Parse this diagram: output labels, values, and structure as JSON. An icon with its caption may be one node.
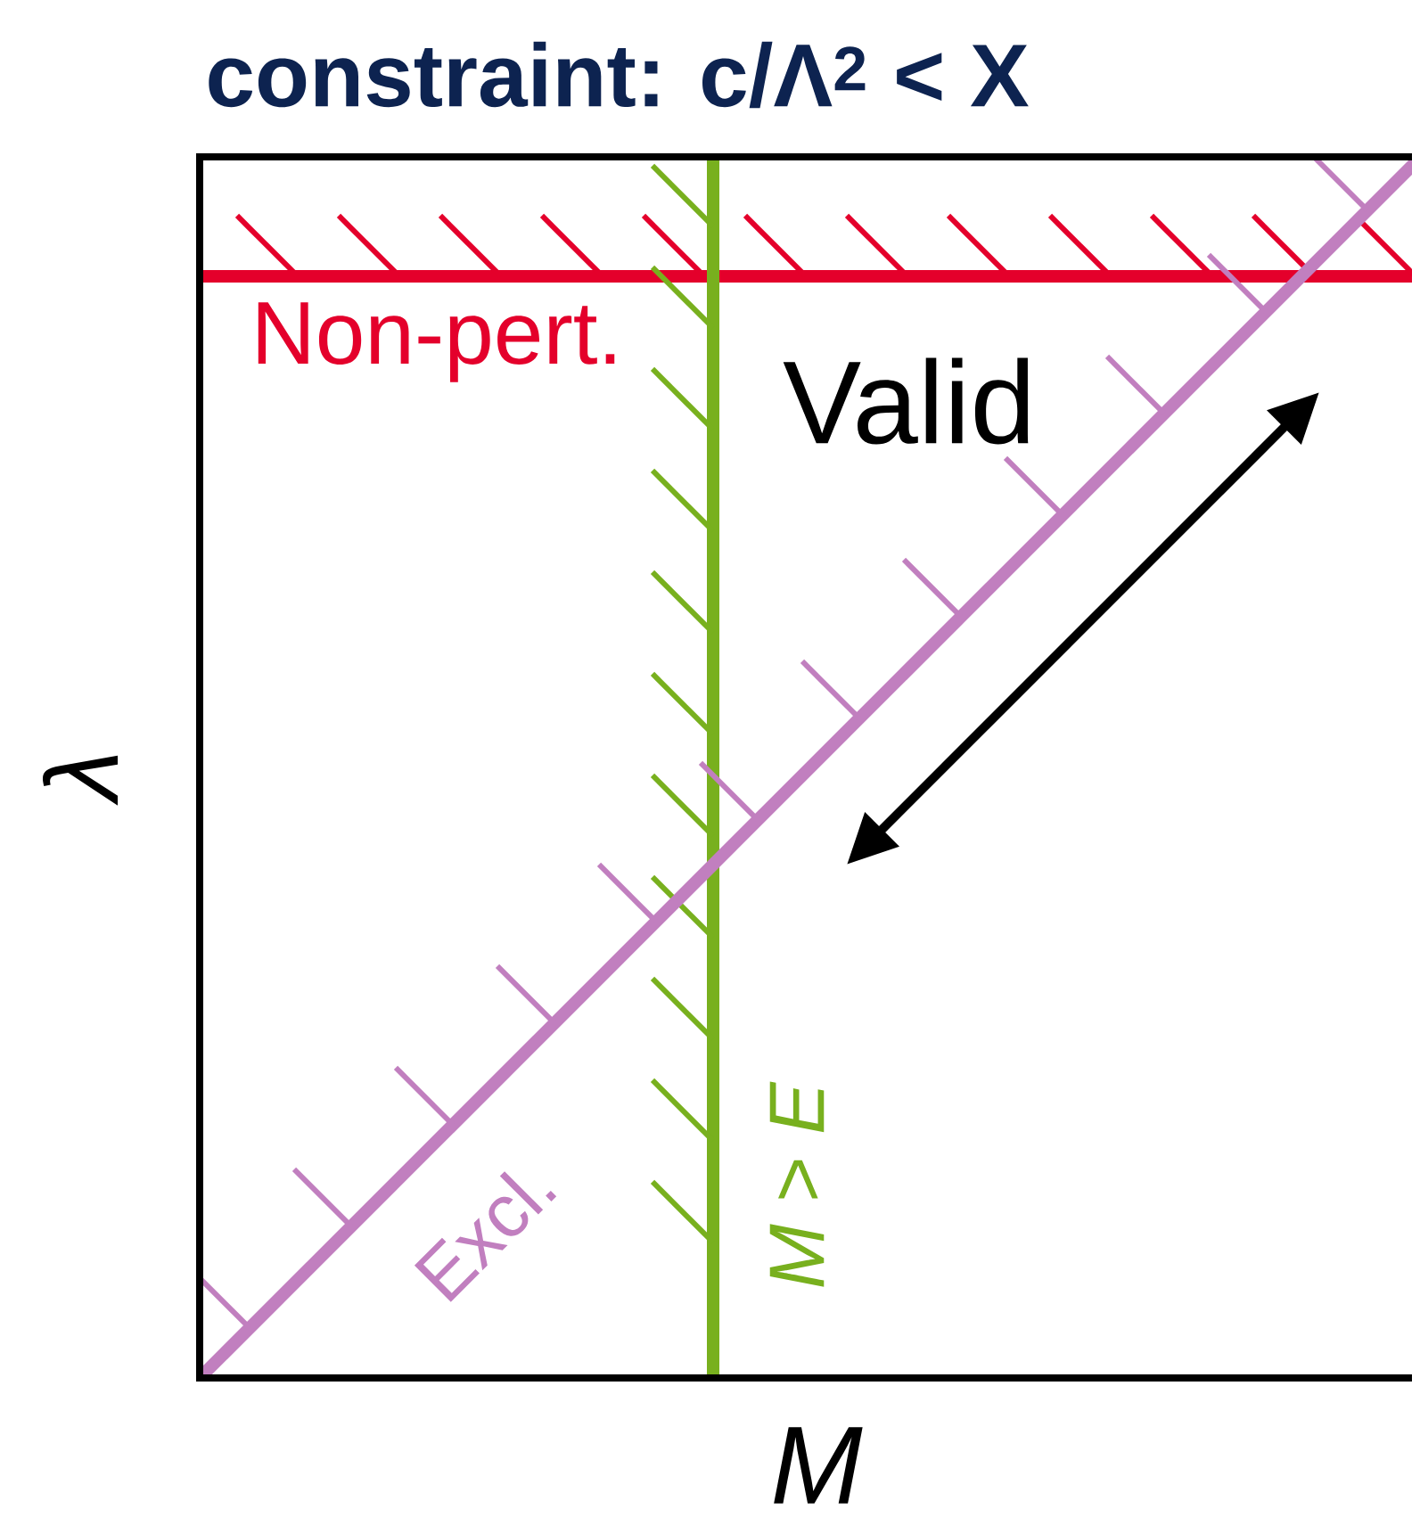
{
  "diagram": {
    "title": "constraint: c/Λ$^{2}$ < X",
    "labels": [
      "Non-pert.",
      "Valid",
      "λ",
      "Excl.",
      "*M* > *E*",
      "M"
    ]
  }
}
